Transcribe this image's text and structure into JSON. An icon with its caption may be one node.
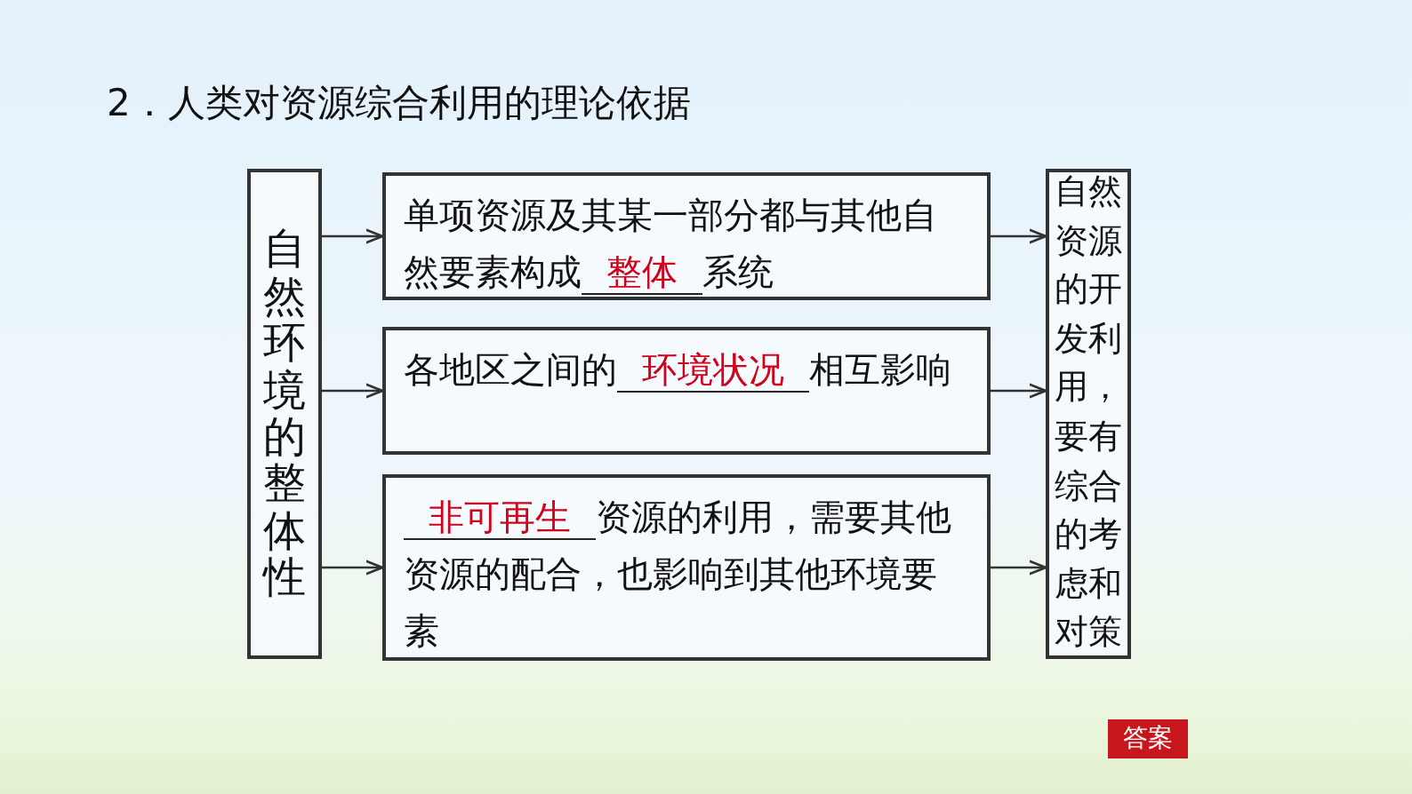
{
  "diagram": {
    "title": "2．人类对资源综合利用的理论依据",
    "nodes": [
      {
        "text": [
          "自然环境的整体性"
        ]
      },
      {
        "text": [
          "单项资源及其某一部分都与其他自然要素构成**整体**系统"
        ]
      },
      {
        "text": [
          "各地区之间的**环境状况**相互影响"
        ]
      },
      {
        "text": [
          "**非可再生**资源的利用，需要其他资源的配合，也影响到其他环境要素"
        ]
      },
      {
        "text": [
          "自然资源的开发利用，要有综合的考虑和对策"
        ]
      }
    ],
    "edges": [
      {
        "from": 0,
        "to": 1,
        "arrow": "to"
      },
      {
        "from": 0,
        "to": 2,
        "arrow": "to"
      },
      {
        "from": 0,
        "to": 3,
        "arrow": "to"
      },
      {
        "from": 1,
        "to": 4,
        "arrow": "to"
      },
      {
        "from": 2,
        "to": 4,
        "arrow": "to"
      },
      {
        "from": 3,
        "to": 4,
        "arrow": "to"
      }
    ],
    "labels": [
      "答案"
    ]
  }
}
